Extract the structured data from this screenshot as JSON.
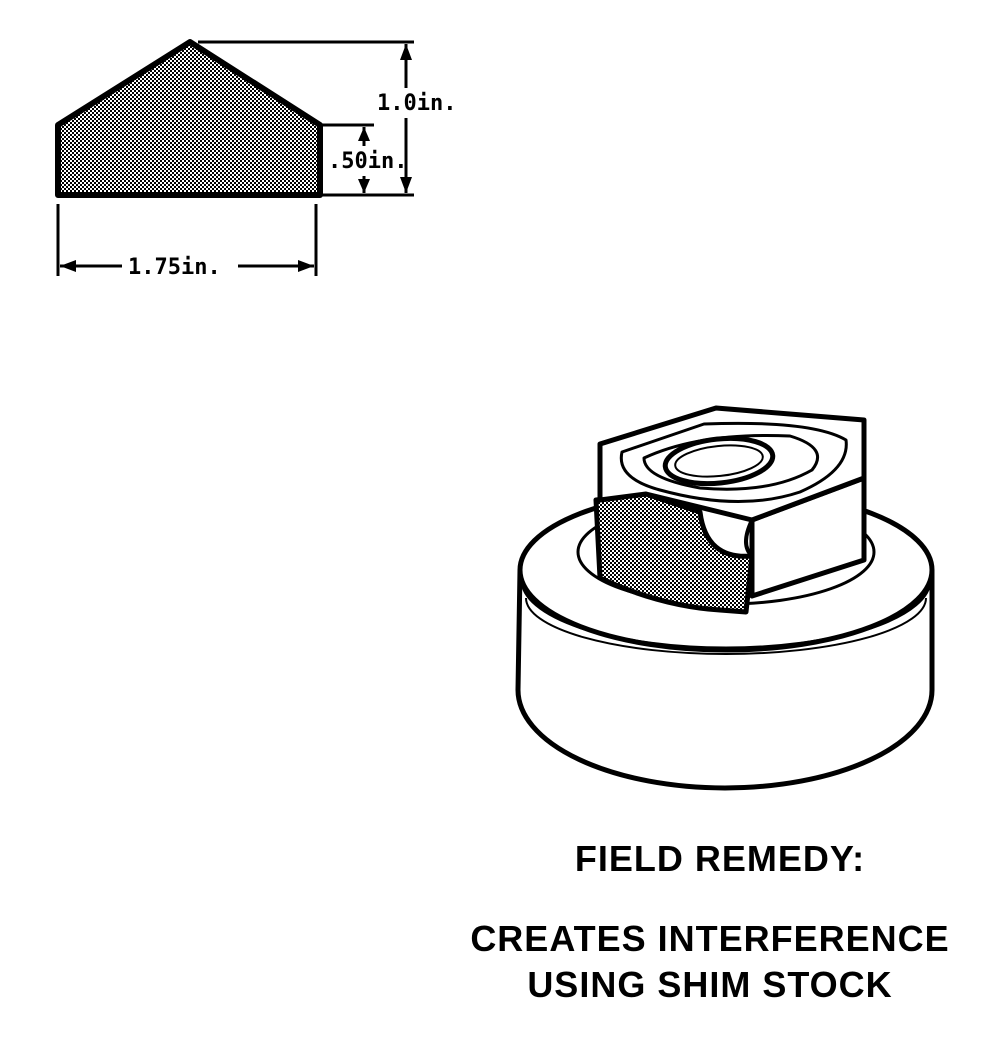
{
  "dimensions": {
    "total_height": "1.0in.",
    "wall_height": ".50in.",
    "width": "1.75in."
  },
  "caption": {
    "title": "FIELD REMEDY:",
    "line1": "CREATES INTERFERENCE",
    "line2": "USING SHIM STOCK"
  },
  "colors": {
    "ink": "#000000",
    "shim_fill": "#bdbdbd"
  }
}
